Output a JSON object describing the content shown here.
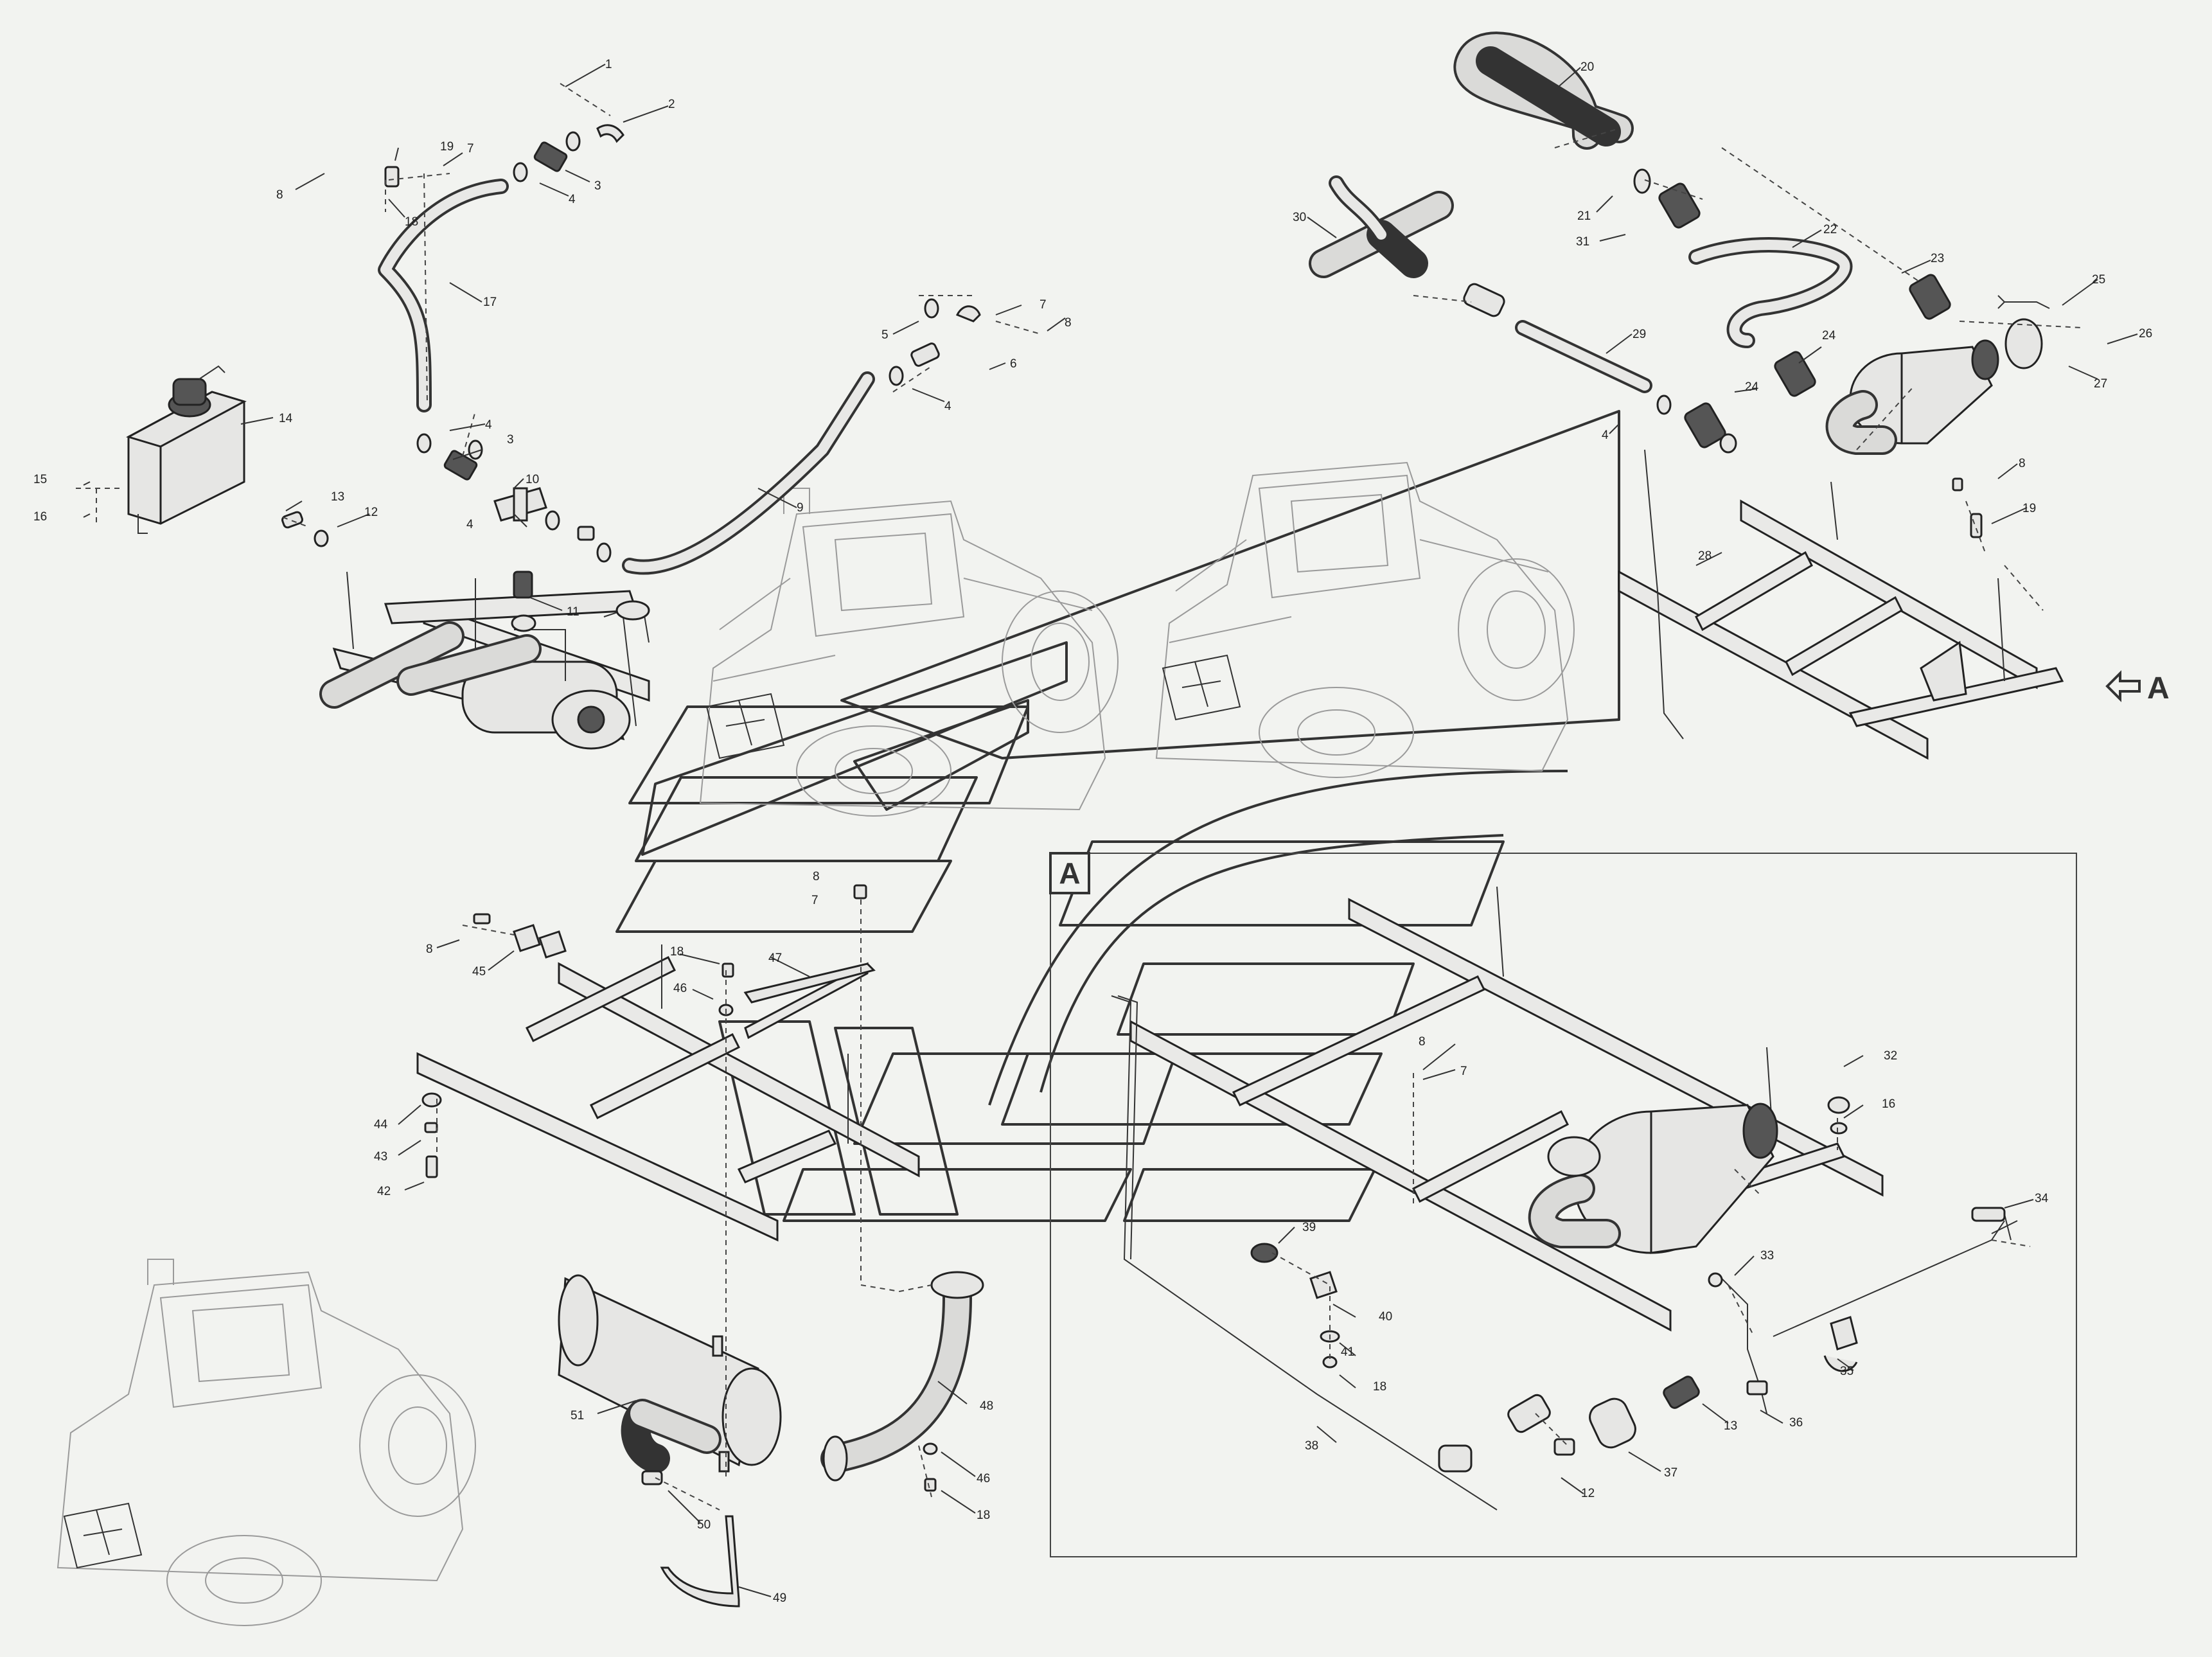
{
  "view_marker": "A",
  "callouts": [
    {
      "id": "c1",
      "label": "1"
    },
    {
      "id": "c2",
      "label": "2"
    },
    {
      "id": "c3a",
      "label": "3"
    },
    {
      "id": "c4a",
      "label": "4"
    },
    {
      "id": "c19a",
      "label": "19"
    },
    {
      "id": "c7a",
      "label": "7"
    },
    {
      "id": "c8a",
      "label": "8"
    },
    {
      "id": "c18a",
      "label": "18"
    },
    {
      "id": "c17",
      "label": "17"
    },
    {
      "id": "c14",
      "label": "14"
    },
    {
      "id": "c15",
      "label": "15"
    },
    {
      "id": "c16a",
      "label": "16"
    },
    {
      "id": "c13a",
      "label": "13"
    },
    {
      "id": "c12a",
      "label": "12"
    },
    {
      "id": "c4b",
      "label": "4"
    },
    {
      "id": "c3b",
      "label": "3"
    },
    {
      "id": "c10",
      "label": "10"
    },
    {
      "id": "c4c",
      "label": "4"
    },
    {
      "id": "c11",
      "label": "11"
    },
    {
      "id": "c9",
      "label": "9"
    },
    {
      "id": "c5",
      "label": "5"
    },
    {
      "id": "c7b",
      "label": "7"
    },
    {
      "id": "c8b",
      "label": "8"
    },
    {
      "id": "c6",
      "label": "6"
    },
    {
      "id": "c4d",
      "label": "4"
    },
    {
      "id": "c20",
      "label": "20"
    },
    {
      "id": "c30",
      "label": "30"
    },
    {
      "id": "c21",
      "label": "21"
    },
    {
      "id": "c31",
      "label": "31"
    },
    {
      "id": "c22",
      "label": "22"
    },
    {
      "id": "c23",
      "label": "23"
    },
    {
      "id": "c25",
      "label": "25"
    },
    {
      "id": "c26",
      "label": "26"
    },
    {
      "id": "c27",
      "label": "27"
    },
    {
      "id": "c29",
      "label": "29"
    },
    {
      "id": "c24a",
      "label": "24"
    },
    {
      "id": "c24b",
      "label": "24"
    },
    {
      "id": "c4e",
      "label": "4"
    },
    {
      "id": "c8c",
      "label": "8"
    },
    {
      "id": "c19b",
      "label": "19"
    },
    {
      "id": "c28",
      "label": "28"
    },
    {
      "id": "c8d",
      "label": "8"
    },
    {
      "id": "c7c",
      "label": "7"
    },
    {
      "id": "c8e",
      "label": "8"
    },
    {
      "id": "c45",
      "label": "45"
    },
    {
      "id": "c18b",
      "label": "18"
    },
    {
      "id": "c47",
      "label": "47"
    },
    {
      "id": "c46a",
      "label": "46"
    },
    {
      "id": "c44",
      "label": "44"
    },
    {
      "id": "c43",
      "label": "43"
    },
    {
      "id": "c42",
      "label": "42"
    },
    {
      "id": "c51",
      "label": "51"
    },
    {
      "id": "c48",
      "label": "48"
    },
    {
      "id": "c46b",
      "label": "46"
    },
    {
      "id": "c18c",
      "label": "18"
    },
    {
      "id": "c50",
      "label": "50"
    },
    {
      "id": "c49",
      "label": "49"
    },
    {
      "id": "c8f",
      "label": "8"
    },
    {
      "id": "c7d",
      "label": "7"
    },
    {
      "id": "c32",
      "label": "32"
    },
    {
      "id": "c16b",
      "label": "16"
    },
    {
      "id": "c34",
      "label": "34"
    },
    {
      "id": "c39",
      "label": "39"
    },
    {
      "id": "c33",
      "label": "33"
    },
    {
      "id": "c40",
      "label": "40"
    },
    {
      "id": "c41",
      "label": "41"
    },
    {
      "id": "c18d",
      "label": "18"
    },
    {
      "id": "c35",
      "label": "35"
    },
    {
      "id": "c38",
      "label": "38"
    },
    {
      "id": "c13b",
      "label": "13"
    },
    {
      "id": "c36",
      "label": "36"
    },
    {
      "id": "c37",
      "label": "37"
    },
    {
      "id": "c12b",
      "label": "12"
    }
  ]
}
